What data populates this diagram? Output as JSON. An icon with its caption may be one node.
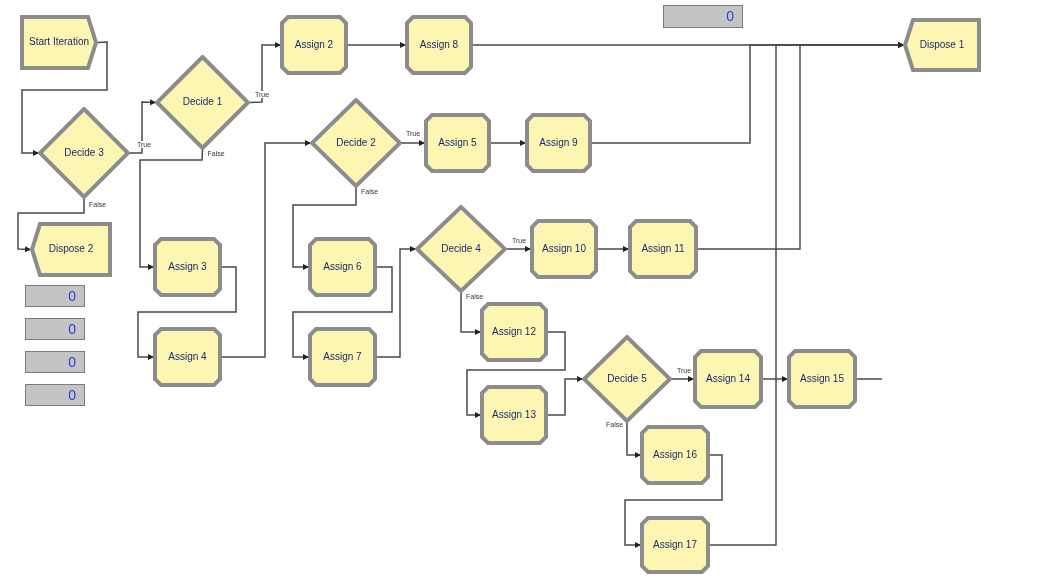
{
  "diagram": {
    "nodes": [
      {
        "text": [
          "Start Iteration"
        ]
      },
      {
        "text": [
          "Decide 3"
        ]
      },
      {
        "text": [
          "Decide 1"
        ]
      },
      {
        "text": [
          "Assign 2"
        ]
      },
      {
        "text": [
          "Assign 8"
        ]
      },
      {
        "text": [
          "Dispose 1"
        ]
      },
      {
        "text": [
          "Decide 2"
        ]
      },
      {
        "text": [
          "Assign 5"
        ]
      },
      {
        "text": [
          "Assign 9"
        ]
      },
      {
        "text": [
          "Dispose 2"
        ]
      },
      {
        "text": [
          "Assign 3"
        ]
      },
      {
        "text": [
          "Assign 6"
        ]
      },
      {
        "text": [
          "Decide 4"
        ]
      },
      {
        "text": [
          "Assign 10"
        ]
      },
      {
        "text": [
          "Assign 11"
        ]
      },
      {
        "text": [
          "Assign 4"
        ]
      },
      {
        "text": [
          "Assign 7"
        ]
      },
      {
        "text": [
          "Assign 12"
        ]
      },
      {
        "text": [
          "Decide 5"
        ]
      },
      {
        "text": [
          "Assign 13"
        ]
      },
      {
        "text": [
          "Assign 14"
        ]
      },
      {
        "text": [
          "Assign 15"
        ]
      },
      {
        "text": [
          "Assign 16"
        ]
      },
      {
        "text": [
          "Assign 17"
        ]
      }
    ],
    "edges": [
      {
        "from": 0,
        "to": 1,
        "arrow": "to"
      },
      {
        "from": 1,
        "to": 2,
        "arrow": "to",
        "label": "True"
      },
      {
        "from": 1,
        "to": 9,
        "arrow": "to",
        "label": "False"
      },
      {
        "from": 2,
        "to": 3,
        "arrow": "to",
        "label": "True"
      },
      {
        "from": 2,
        "to": 10,
        "arrow": "to",
        "label": "False"
      },
      {
        "from": 3,
        "to": 4,
        "arrow": "to"
      },
      {
        "from": 4,
        "to": 5,
        "arrow": "to"
      },
      {
        "from": 6,
        "to": 7,
        "arrow": "to",
        "label": "True"
      },
      {
        "from": 7,
        "to": 8,
        "arrow": "to"
      },
      {
        "from": 8,
        "to": 5,
        "arrow": "to"
      },
      {
        "from": 10,
        "to": 15,
        "arrow": "to"
      },
      {
        "from": 15,
        "to": 6,
        "arrow": "to"
      },
      {
        "from": 6,
        "to": 11,
        "arrow": "to",
        "label": "False"
      },
      {
        "from": 11,
        "to": 16,
        "arrow": "to"
      },
      {
        "from": 16,
        "to": 12,
        "arrow": "to"
      },
      {
        "from": 12,
        "to": 13,
        "arrow": "to",
        "label": "True"
      },
      {
        "from": 13,
        "to": 14,
        "arrow": "to"
      },
      {
        "from": 14,
        "to": 5,
        "arrow": "to"
      },
      {
        "from": 12,
        "to": 17,
        "arrow": "to",
        "label": "False"
      },
      {
        "from": 17,
        "to": 19,
        "arrow": "to"
      },
      {
        "from": 19,
        "to": 18,
        "arrow": "to"
      },
      {
        "from": 18,
        "to": 20,
        "arrow": "to",
        "label": "True"
      },
      {
        "from": 20,
        "to": 21,
        "arrow": "to"
      },
      {
        "from": 21,
        "to": null,
        "arrow": "none"
      },
      {
        "from": 18,
        "to": 22,
        "arrow": "to",
        "label": "False"
      },
      {
        "from": 22,
        "to": 23,
        "arrow": "to"
      },
      {
        "from": 23,
        "to": 5,
        "arrow": "to"
      }
    ],
    "labels": [
      "0",
      "0",
      "0",
      "0",
      "0"
    ]
  }
}
